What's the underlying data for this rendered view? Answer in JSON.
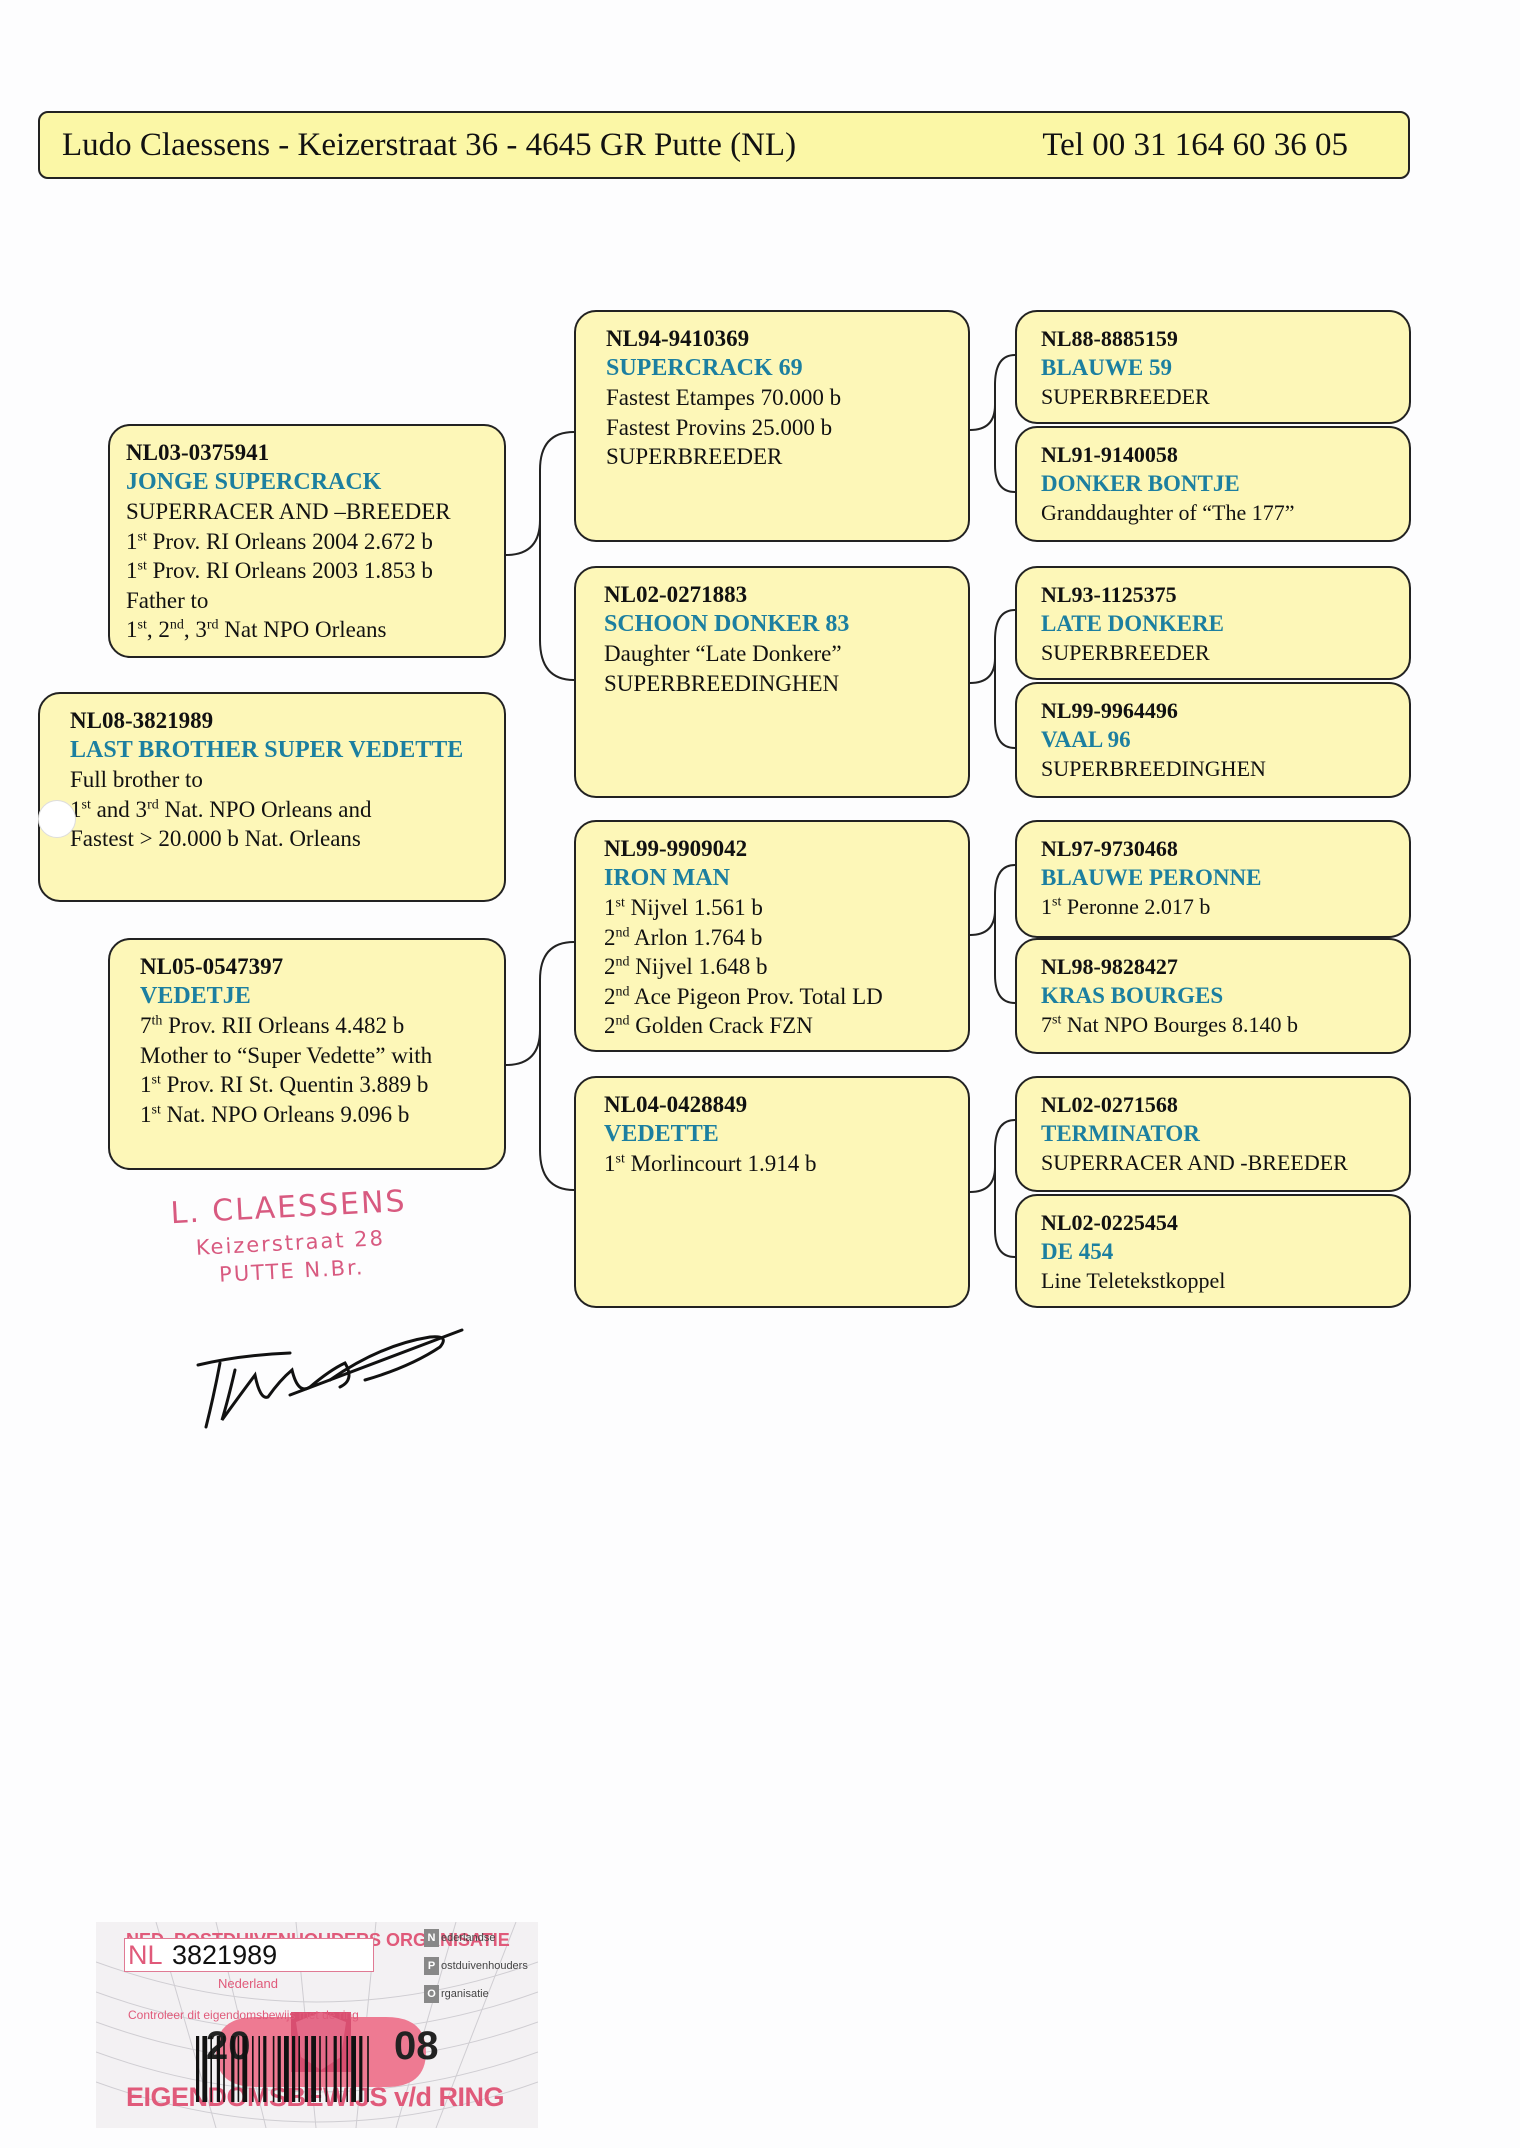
{
  "header": {
    "address": "Ludo Claessens - Keizerstraat 36 - 4645 GR  Putte (NL)",
    "tel": "Tel 00 31 164 60 36 05"
  },
  "subject": {
    "id": "NL08-3821989",
    "name": "LAST BROTHER SUPER VEDETTE",
    "lines": [
      "Full brother to",
      "1st and 3rd Nat. NPO Orleans and",
      "Fastest > 20.000 b Nat. Orleans"
    ]
  },
  "father": {
    "id": "NL03-0375941",
    "name": "JONGE SUPERCRACK",
    "lines": [
      "SUPERRACER AND –BREEDER",
      "1st Prov. RI Orleans 2004 2.672 b",
      "1st Prov. RI Orleans 2003 1.853 b",
      "Father to",
      "1st, 2nd, 3rd Nat NPO Orleans"
    ]
  },
  "mother": {
    "id": "NL05-0547397",
    "name": "VEDETJE",
    "lines": [
      "7th Prov. RII Orleans 4.482 b",
      "Mother to “Super Vedette” with",
      "1st Prov. RI St. Quentin 3.889 b",
      "1st Nat. NPO Orleans 9.096 b"
    ]
  },
  "grandparents": [
    {
      "id": "NL94-9410369",
      "name": "SUPERCRACK 69",
      "lines": [
        "Fastest Etampes 70.000 b",
        "Fastest Provins 25.000 b",
        "SUPERBREEDER"
      ]
    },
    {
      "id": "NL02-0271883",
      "name": "SCHOON DONKER 83",
      "lines": [
        "Daughter “Late Donkere”",
        "SUPERBREEDINGHEN"
      ]
    },
    {
      "id": "NL99-9909042",
      "name": "IRON MAN",
      "lines": [
        "1st Nijvel 1.561 b",
        "2nd Arlon 1.764 b",
        "2nd Nijvel 1.648 b",
        "2nd Ace Pigeon Prov. Total LD",
        "2nd Golden Crack FZN"
      ]
    },
    {
      "id": "NL04-0428849",
      "name": "VEDETTE",
      "lines": [
        "1st Morlincourt 1.914 b"
      ]
    }
  ],
  "great_grandparents": [
    {
      "id": "NL88-8885159",
      "name": "BLAUWE 59",
      "lines": [
        "SUPERBREEDER"
      ]
    },
    {
      "id": "NL91-9140058",
      "name": "DONKER BONTJE",
      "lines": [
        "Granddaughter of “The 177”"
      ]
    },
    {
      "id": "NL93-1125375",
      "name": "LATE DONKERE",
      "lines": [
        "SUPERBREEDER"
      ]
    },
    {
      "id": "NL99-9964496",
      "name": "VAAL 96",
      "lines": [
        "SUPERBREEDINGHEN"
      ]
    },
    {
      "id": "NL97-9730468",
      "name": "BLAUWE PERONNE",
      "lines": [
        "1st Peronne 2.017 b"
      ]
    },
    {
      "id": "NL98-9828427",
      "name": "KRAS BOURGES",
      "lines": [
        "7st Nat NPO Bourges 8.140 b"
      ]
    },
    {
      "id": "NL02-0271568",
      "name": "TERMINATOR",
      "lines": [
        "SUPERRACER AND -BREEDER"
      ]
    },
    {
      "id": "NL02-0225454",
      "name": "DE 454",
      "lines": [
        "Line Teletekstkoppel"
      ]
    }
  ],
  "stamp": {
    "line1": "L. CLAESSENS",
    "line2": "Keizerstraat 28",
    "line3": "PUTTE N.Br."
  },
  "card": {
    "org": "NED. POSTDUIVENHOUDERS ORGANISATIE",
    "year_left": "20",
    "year_right": "08",
    "title": "EIGENDOMSBEWIJS v/d RING",
    "country_code": "NL",
    "ring_number": "3821989",
    "country": "Nederland",
    "check_note": "Controleer dit eigendomsbewijs met de ring",
    "npo": [
      "ederlandse",
      "ostduivenhouders",
      "rganisatie"
    ],
    "npo_letters": [
      "N",
      "P",
      "O"
    ]
  },
  "colors": {
    "box_fill": "#fdf7b8",
    "header_fill": "#fbf7a6",
    "name_blue": "#1c7fa0",
    "stamp_pink": "#d85a80"
  }
}
